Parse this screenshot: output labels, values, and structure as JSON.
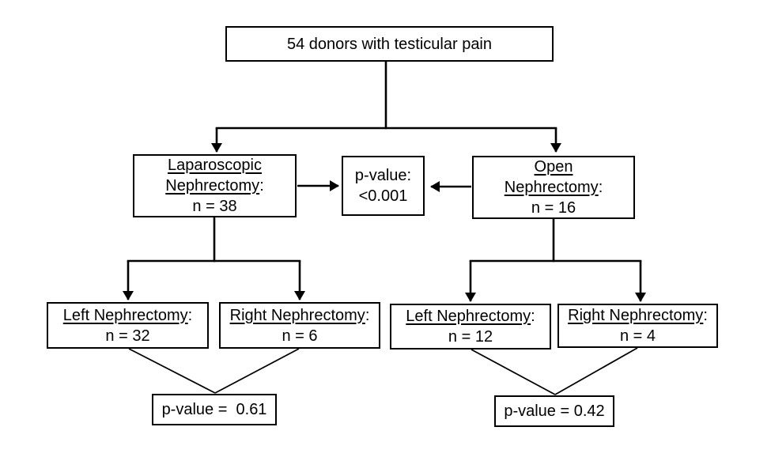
{
  "figure": {
    "background_color": "#ffffff",
    "line_color": "#000000",
    "nodes": {
      "root": {
        "label": "54 donors with testicular pain"
      },
      "laparoscopic": {
        "title_line1": "Laparoscopic",
        "title_line2": "Nephrectomy",
        "suffix": ":",
        "count": "n = 38"
      },
      "p_value_main": {
        "line1": "p-value:",
        "line2": "<0.001"
      },
      "open": {
        "title_line1": "Open",
        "title_line2": "Nephrectomy",
        "suffix": ":",
        "count": "n = 16"
      },
      "lap_left": {
        "title": "Left Nephrectomy",
        "suffix": ":",
        "count": "n = 32"
      },
      "lap_right": {
        "title": "Right Nephrectomy",
        "suffix": ":",
        "count": "n = 6"
      },
      "open_left": {
        "title": "Left Nephrectomy",
        "suffix": ":",
        "count": "n = 12"
      },
      "open_right": {
        "title": "Right Nephrectomy",
        "suffix": ":",
        "count": "n = 4"
      },
      "p_value_laparoscopic": {
        "label": "p-value =  0.61"
      },
      "p_value_open": {
        "label": "p-value = 0.42"
      }
    }
  }
}
